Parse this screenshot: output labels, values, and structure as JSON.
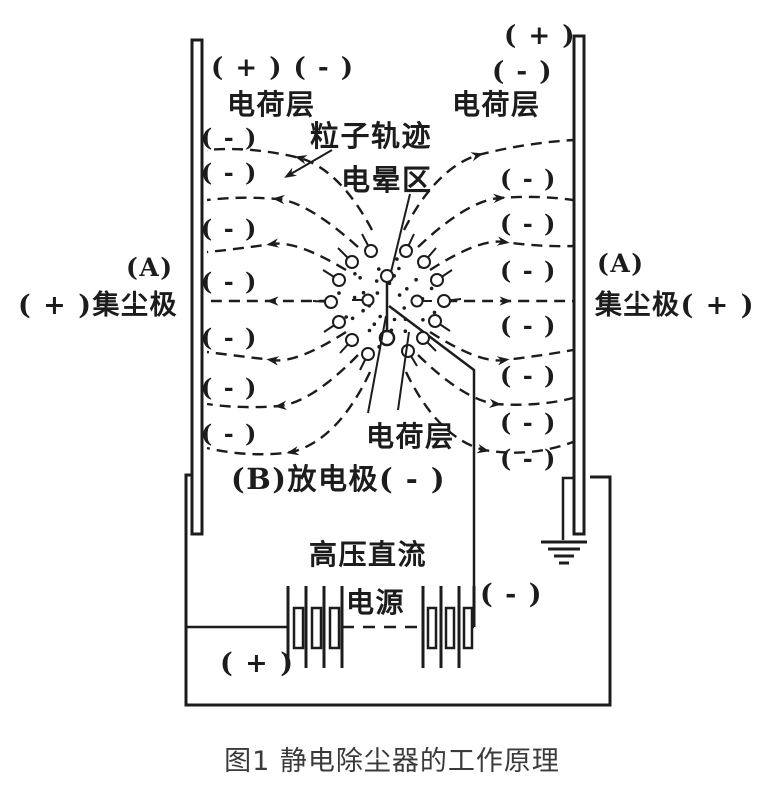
{
  "figure": {
    "caption": "图1 静电除尘器的工作原理"
  },
  "labels": {
    "top_left_polarity": "( + ) ( - )",
    "top_left_charge_layer": "电荷层",
    "top_right_plus": "( + )",
    "top_right_minus": "( - )",
    "top_right_charge_layer": "电荷层",
    "particle_trajectory": "粒子轨迹",
    "corona_region": "电晕区",
    "center_charge_layer": "电荷层",
    "discharge_electrode": "(B)放电极( - )",
    "left_collector_a": "(A)",
    "left_collector": "( + )集尘极",
    "right_collector_a": "(A)",
    "right_collector": "集尘极( + )",
    "hv_dc_line1": "高压直流",
    "hv_dc_line2": "电源",
    "supply_plus": "( + )",
    "supply_minus": "( - )"
  },
  "left_minus_column": [
    "( - )",
    "( - )",
    "( - )",
    "( - )",
    "( - )",
    "( - )",
    "( - )"
  ],
  "right_minus_column": [
    "( - )",
    "( - )",
    "( - )",
    "( - )",
    "( - )",
    "( - )",
    "( - )"
  ],
  "colors": {
    "ink": "#1c1c1c",
    "caption": "#3a3a3a",
    "background": "#ffffff"
  }
}
